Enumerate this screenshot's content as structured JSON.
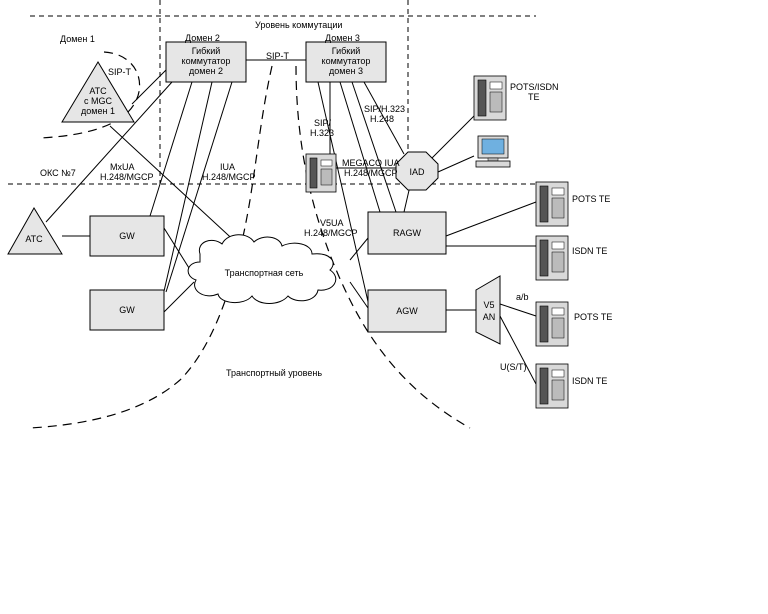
{
  "labels": {
    "switching_level": "Уровень коммутации",
    "transport_level": "Транспортный уровень",
    "transport_network": "Транспортная сеть",
    "domain1": "Домен 1",
    "domain2": "Домен 2",
    "domain3": "Домен 3",
    "sipt_top": "SIP-T",
    "sipt_left": "SIP-T",
    "oks7": "ОКС №7",
    "mxua_1": "MxUA",
    "mxua_2": "H.248/MGCP",
    "iua_1": "IUA",
    "iua_2": "H.248/MGCP",
    "sip_h323_1": "SIP/",
    "sip_h323_2": "H.323",
    "sip_h323_h248_1": "SIP/H.323",
    "sip_h323_h248_2": "H.248",
    "megaco_1": "MEGACO IUA",
    "megaco_2": "H.248/MGCP",
    "v5ua_1": "V5UA",
    "v5ua_2": "H.248/MGCP",
    "ab": "a/b",
    "ust": "U(S/T)"
  },
  "nodes": {
    "ss2_1": "Гибкий",
    "ss2_2": "коммутатор",
    "ss2_3": "домен 2",
    "ss3_1": "Гибкий",
    "ss3_2": "коммутатор",
    "ss3_3": "домен 3",
    "ats_mgc_1": "АТС",
    "ats_mgc_2": "с MGC",
    "ats_mgc_3": "домен 1",
    "ats": "АТС",
    "gw1": "GW",
    "gw2": "GW",
    "ragw": "RAGW",
    "agw": "AGW",
    "iad": "IAD",
    "v5an_1": "V5",
    "v5an_2": "AN"
  },
  "terminals": {
    "pots_isdn_1": "POTS/ISDN",
    "pots_isdn_2": "TE",
    "pots_te_1": "POTS TE",
    "isdn_te_1": "ISDN TE",
    "pots_te_2": "POTS TE",
    "isdn_te_2": "ISDN TE"
  },
  "icons": {
    "phone": "telephone-icon",
    "pc": "computer-icon",
    "cloud": "cloud-icon"
  }
}
